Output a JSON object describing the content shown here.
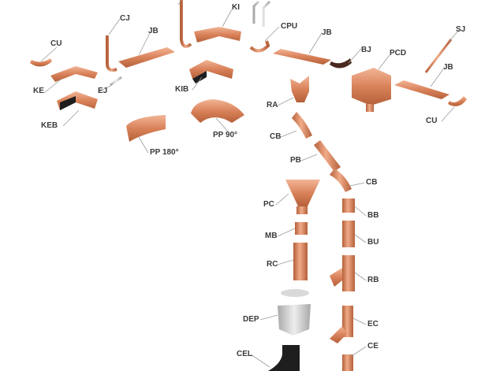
{
  "labels": {
    "cu_left": "CU",
    "cj": "CJ",
    "jb_top_left": "JB",
    "ki": "KI",
    "cpu": "CPU",
    "jb_mid": "JB",
    "bj": "BJ",
    "pcd": "PCD",
    "sj": "SJ",
    "jb_right": "JB",
    "cu_right": "CU",
    "ke": "KE",
    "ej": "EJ",
    "keb": "KEB",
    "kib": "KIB",
    "ra": "RA",
    "pp90": "PP 90°",
    "pp180": "PP 180°",
    "cb_upper": "CB",
    "pb": "PB",
    "cb_lower": "CB",
    "pc": "PC",
    "bb": "BB",
    "mb": "MB",
    "bu": "BU",
    "rc": "RC",
    "rb": "RB",
    "dep": "DEP",
    "ec": "EC",
    "ce": "CE",
    "cel": "CEL"
  },
  "colors": {
    "copper": "#d9825a",
    "copper_dark": "#b5603a",
    "copper_light": "#f2b596",
    "grey": "#c8c8c8",
    "black": "#1e1e1e",
    "label": "#3a3a3a",
    "leader": "#9a9a9a"
  }
}
